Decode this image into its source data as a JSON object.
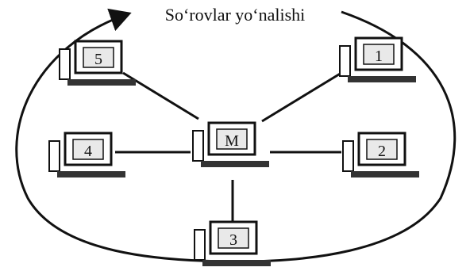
{
  "diagram": {
    "title": "So‘rovlar yo‘nalishi",
    "hub": {
      "label": "M"
    },
    "nodes": [
      {
        "label": "1"
      },
      {
        "label": "2"
      },
      {
        "label": "3"
      },
      {
        "label": "4"
      },
      {
        "label": "5"
      }
    ],
    "stroke_color": "#111111",
    "screen_fill": "#e9e9e9"
  }
}
